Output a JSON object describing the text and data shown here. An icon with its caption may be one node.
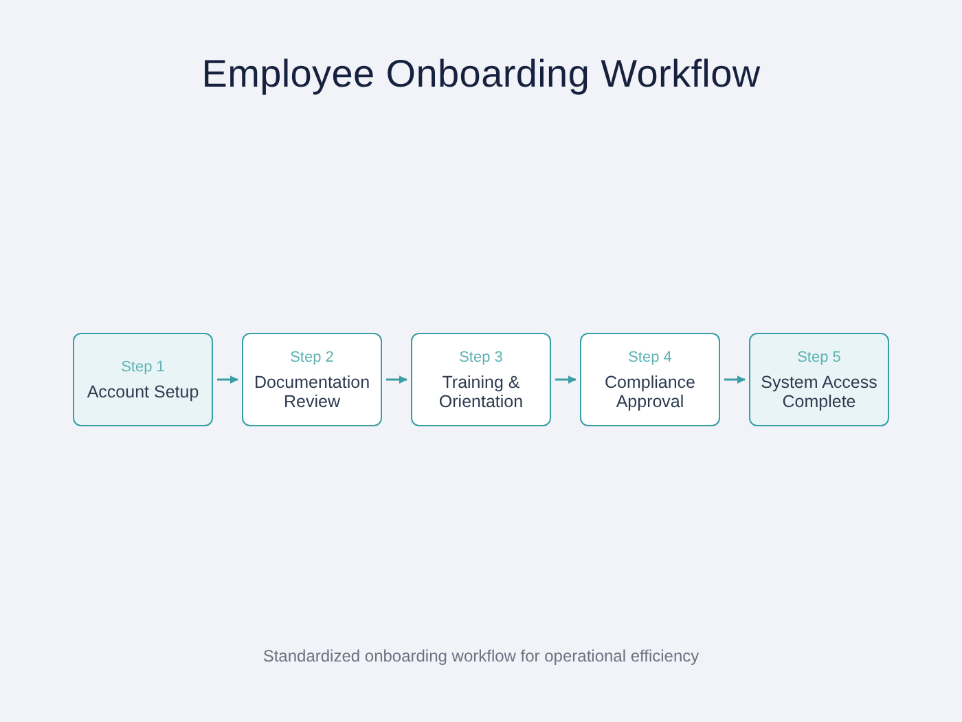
{
  "diagram": {
    "title": "Employee Onboarding Workflow",
    "caption": "Standardized onboarding workflow for operational efficiency",
    "nodes": [
      {
        "text": [
          "Step 1",
          "Account Setup"
        ]
      },
      {
        "text": [
          "Step 2",
          "Documentation Review"
        ]
      },
      {
        "text": [
          "Step 3",
          "Training & Orientation"
        ]
      },
      {
        "text": [
          "Step 4",
          "Compliance Approval"
        ]
      },
      {
        "text": [
          "Step 5",
          "System Access Complete"
        ]
      }
    ],
    "edges": [
      {
        "from": 0,
        "to": 1,
        "arrow": "to"
      },
      {
        "from": 1,
        "to": 2,
        "arrow": "to"
      },
      {
        "from": 2,
        "to": 3,
        "arrow": "to"
      },
      {
        "from": 3,
        "to": 4,
        "arrow": "to"
      }
    ]
  }
}
